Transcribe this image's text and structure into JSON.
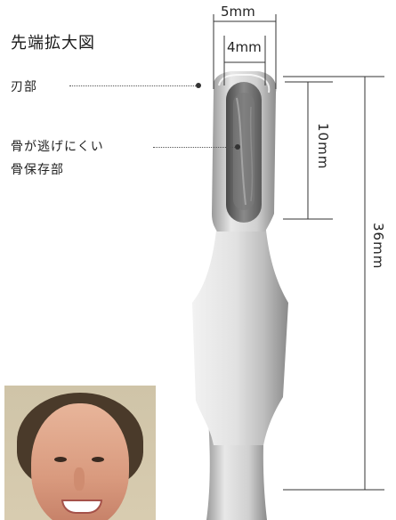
{
  "title": "先端拡大図",
  "labels": {
    "blade": "刃部",
    "retainer_line1": "骨が逃げにくい",
    "retainer_line2": "骨保存部"
  },
  "dimensions": {
    "outer_width": "5mm",
    "inner_width": "4mm",
    "cup_length": "10mm",
    "total_length": "36mm"
  },
  "colors": {
    "steel_light": "#eeeeee",
    "steel_mid": "#c8c8c8",
    "steel_dark": "#7e7e7e",
    "cavity": "#6b6b6b"
  }
}
